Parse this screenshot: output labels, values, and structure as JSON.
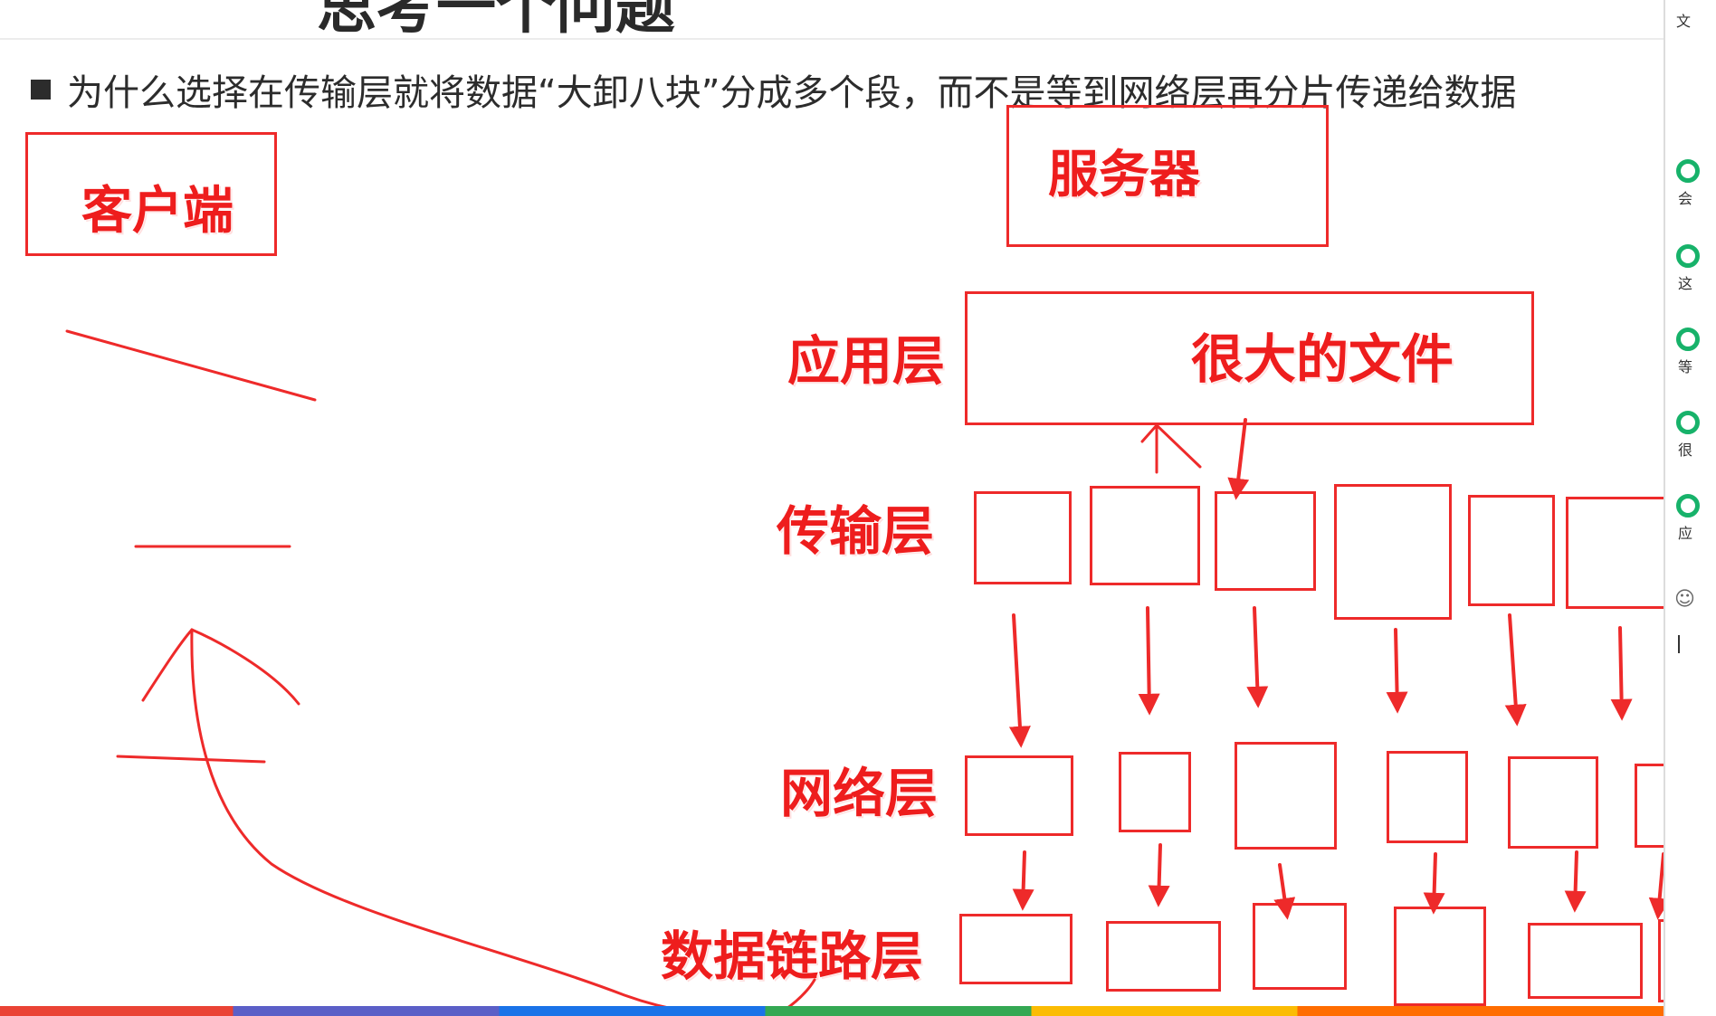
{
  "slide": {
    "title": "思考一个问题",
    "question": "为什么选择在传输层就将数据“大卸八块”分成多个段，而不是等到网络层再分片传递给数据"
  },
  "annotations": {
    "client": "客户端",
    "server": "服务器",
    "application_layer": "应用层",
    "big_file": "很大的文件",
    "transport_layer": "传输层",
    "network_layer": "网络层",
    "data_link_layer": "数据链路层"
  },
  "colors": {
    "annotation_red": "#ee2a2a",
    "text": "#2c2c2c",
    "panel_icon": "#17b26a"
  },
  "side_panel": {
    "top_label": "文",
    "items": [
      {
        "icon": "chat-bubble-icon",
        "text": "会"
      },
      {
        "icon": "chat-bubble-icon",
        "text": "这"
      },
      {
        "icon": "chat-bubble-icon",
        "text": "等"
      },
      {
        "icon": "chat-bubble-icon",
        "text": "很"
      },
      {
        "icon": "chat-bubble-icon",
        "text": "应"
      }
    ],
    "emoji_icon": "smile-icon"
  }
}
